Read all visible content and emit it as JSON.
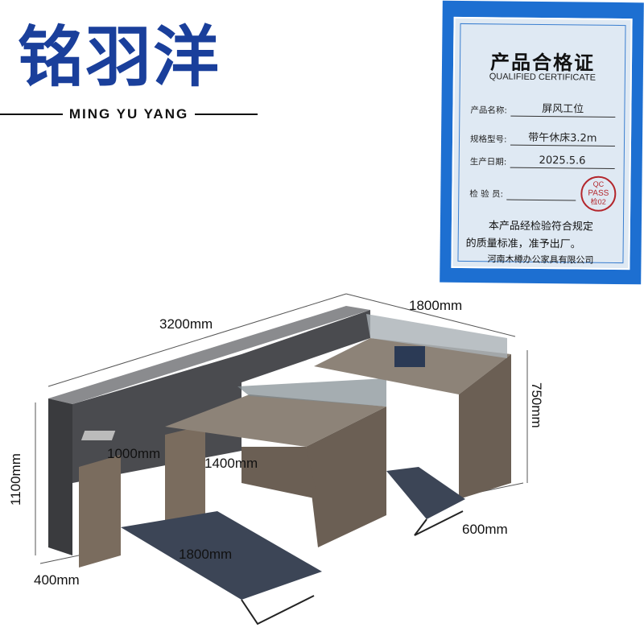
{
  "brand": {
    "name_cn": "铭羽洋",
    "name_en": "MING YU YANG",
    "color": "#1a3f9b"
  },
  "certificate": {
    "title": "产品合格证",
    "subtitle": "QUALIFIED CERTIFICATE",
    "fields": [
      {
        "label": "产品名称:",
        "value": "屏风工位"
      },
      {
        "label": "规格型号:",
        "value": "带午休床3.2m"
      },
      {
        "label": "生产日期:",
        "value": "2025.5.6"
      },
      {
        "label": "检 验 员:",
        "value": ""
      }
    ],
    "stamp": {
      "line1": "QC",
      "line2": "PASS",
      "line3": "检02"
    },
    "note_line1": "本产品经检验符合规定",
    "note_line2": "的质量标准，准予出厂。",
    "company": "河南木樽办公家具有限公司",
    "border_color": "#1d6fd1"
  },
  "dimensions": {
    "total_length": "3200mm",
    "side_length": "1800mm",
    "desk_height": "750mm",
    "cabinet_height": "1100mm",
    "cabinet_width": "1000mm",
    "desk_width": "1400mm",
    "bed_length": "1800mm",
    "cabinet_depth": "400mm",
    "desk_depth": "600mm"
  }
}
